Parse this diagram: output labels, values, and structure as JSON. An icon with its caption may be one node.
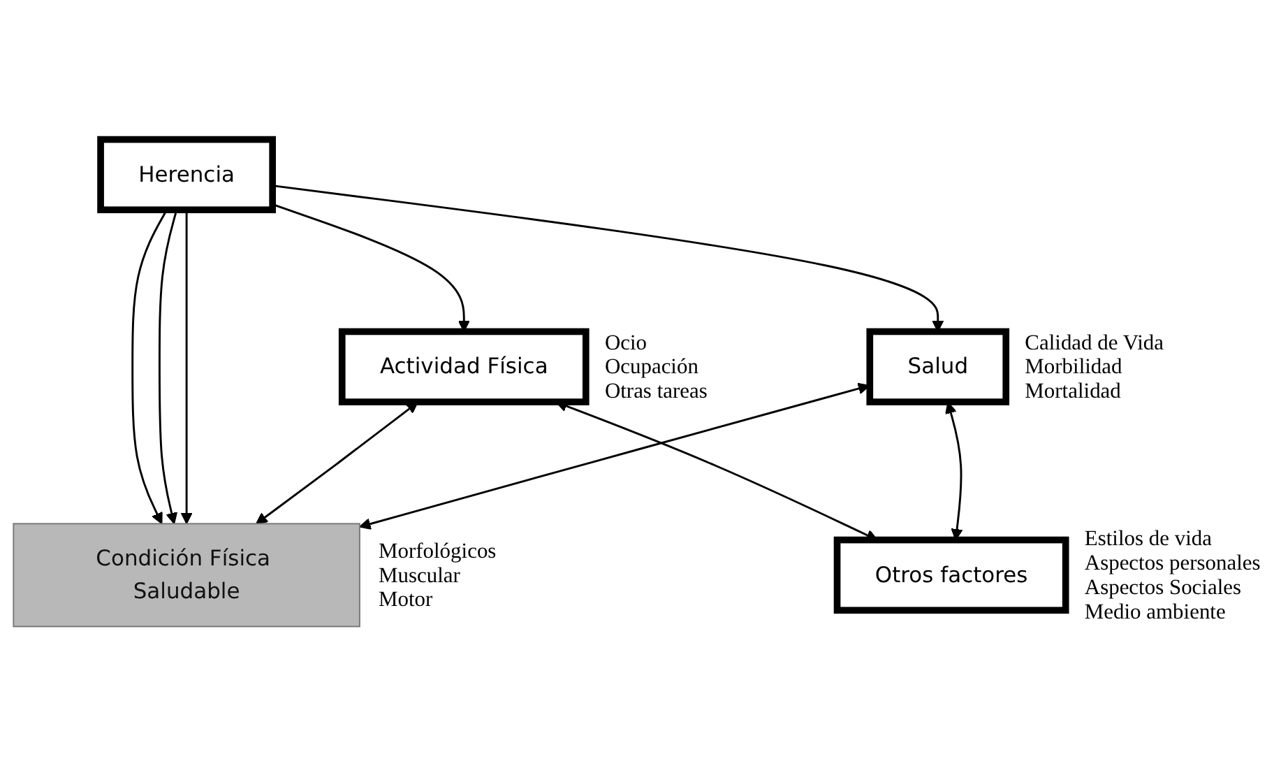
{
  "diagram": {
    "nodes": [
      {
        "text": [
          "Herencia"
        ]
      },
      {
        "text": [
          "Actividad Física"
        ],
        "beside": [
          "Ocio",
          "Ocupación",
          "Otras tareas"
        ]
      },
      {
        "text": [
          "Condición Física Saludable"
        ],
        "beside": [
          "Morfológicos",
          "Muscular",
          "Motor"
        ]
      },
      {
        "text": [
          "Salud"
        ],
        "beside": [
          "Calidad de Vida",
          "Morbilidad",
          "Mortalidad"
        ]
      },
      {
        "text": [
          "Otros factores"
        ],
        "beside": [
          "Estilos de vida",
          "Aspectos personales",
          "Aspectos Sociales",
          "Medio ambiente"
        ]
      }
    ],
    "edges": [
      {
        "from": 0,
        "to": 1,
        "arrow": "to"
      },
      {
        "from": 0,
        "to": 2,
        "arrow": "to"
      },
      {
        "from": 0,
        "to": 2,
        "arrow": "to"
      },
      {
        "from": 0,
        "to": 2,
        "arrow": "to"
      },
      {
        "from": 0,
        "to": 3,
        "arrow": "to"
      },
      {
        "from": 1,
        "to": 2,
        "arrow": "both"
      },
      {
        "from": 3,
        "to": 2,
        "arrow": "both"
      },
      {
        "from": 1,
        "to": 4,
        "arrow": "both"
      },
      {
        "from": 3,
        "to": 4,
        "arrow": "both"
      }
    ]
  }
}
